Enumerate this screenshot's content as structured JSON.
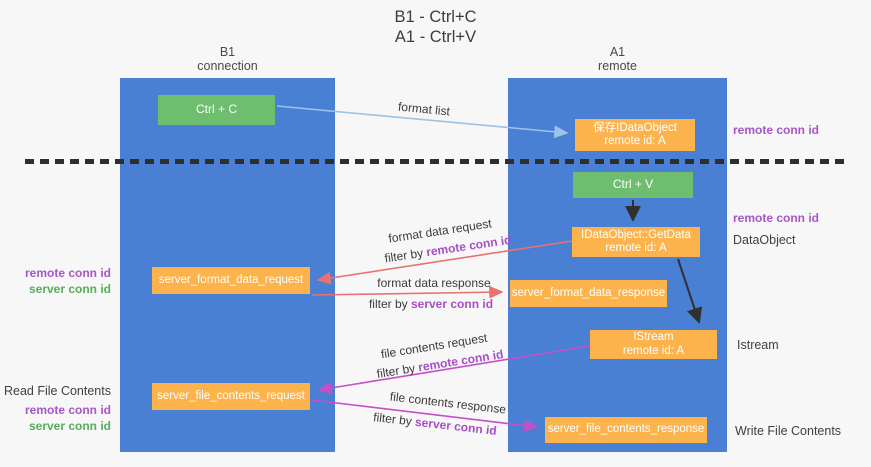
{
  "title": {
    "line1": "B1 - Ctrl+C",
    "line2": "A1 - Ctrl+V"
  },
  "lifelines": {
    "b1": {
      "name": "B1",
      "role": "connection"
    },
    "a1": {
      "name": "A1",
      "role": "remote"
    }
  },
  "boxes": {
    "ctrl_c": {
      "label": "Ctrl + C"
    },
    "save_idataobject": {
      "line1": "保存IDataObject",
      "line2": "remote id: A"
    },
    "ctrl_v": {
      "label": "Ctrl + V"
    },
    "getdata": {
      "line1": "IDataObject::GetData",
      "line2": "remote id: A"
    },
    "istream": {
      "line1": "IStream",
      "line2": "remote id: A"
    },
    "server_format_data_request": {
      "label": "server_format_data_request"
    },
    "server_format_data_response": {
      "label": "server_format_data_response"
    },
    "server_file_contents_request": {
      "label": "server_file_contents_request"
    },
    "server_file_contents_response": {
      "label": "server_file_contents_response"
    }
  },
  "arrows": {
    "format_list": {
      "label": "format list"
    },
    "format_data_request": {
      "label": "format data request",
      "filter_prefix": "filter by ",
      "filter_key": "remote conn id"
    },
    "format_data_response": {
      "label": "format data response",
      "filter_prefix": "filter by ",
      "filter_key": "server conn id"
    },
    "file_contents_request": {
      "label": "file contents request",
      "filter_prefix": "filter by ",
      "filter_key": "remote conn id"
    },
    "file_contents_response": {
      "label": "file contents response",
      "filter_prefix": "filter by ",
      "filter_key": "server conn id"
    }
  },
  "annotations": {
    "right_remote_conn_id_1": "remote conn id",
    "right_remote_conn_id_2": "remote conn id",
    "right_dataobject": "DataObject",
    "right_istream": "Istream",
    "right_write_file": "Write File Contents",
    "left_remote_conn_id_1": "remote conn id",
    "left_server_conn_id_1": "server conn id",
    "left_read_file": "Read File Contents",
    "left_remote_conn_id_2": "remote conn id",
    "left_server_conn_id_2": "server conn id"
  },
  "colors": {
    "lifeline_blue": "#4a80d4",
    "action_green": "#6fbe70",
    "message_orange": "#fcb34c",
    "purple_text": "#a64fc8",
    "green_text": "#56ad5a",
    "arrow_blue": "#9cc3e8",
    "arrow_red": "#e8736e",
    "arrow_magenta": "#c44fc8",
    "arrow_black": "#303030",
    "divider_black": "#2e2e2e"
  }
}
